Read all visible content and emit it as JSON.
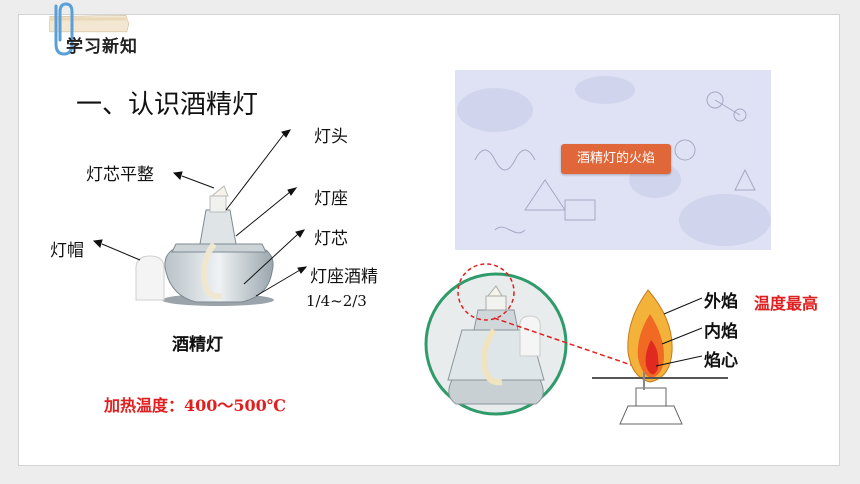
{
  "header": {
    "tag_label": "学习新知"
  },
  "main": {
    "title": "一、认识酒精灯",
    "labels": {
      "lamp_head": "灯头",
      "wick_trim": "灯芯平整",
      "lamp_base": "灯座",
      "cap": "灯帽",
      "wick": "灯芯",
      "base_alcohol": "灯座酒精",
      "fill_ratio": "1/4~2/3"
    },
    "caption": "酒精灯",
    "heating_temp": "加热温度：400～500℃"
  },
  "video": {
    "button_label": "酒精灯的火焰"
  },
  "flame": {
    "outer": "外焰",
    "inner": "内焰",
    "core": "焰心",
    "hottest": "温度最高"
  },
  "colors": {
    "accent_red": "#e02020",
    "video_button": "#e0673a",
    "circle_border": "#2f9a6a"
  }
}
